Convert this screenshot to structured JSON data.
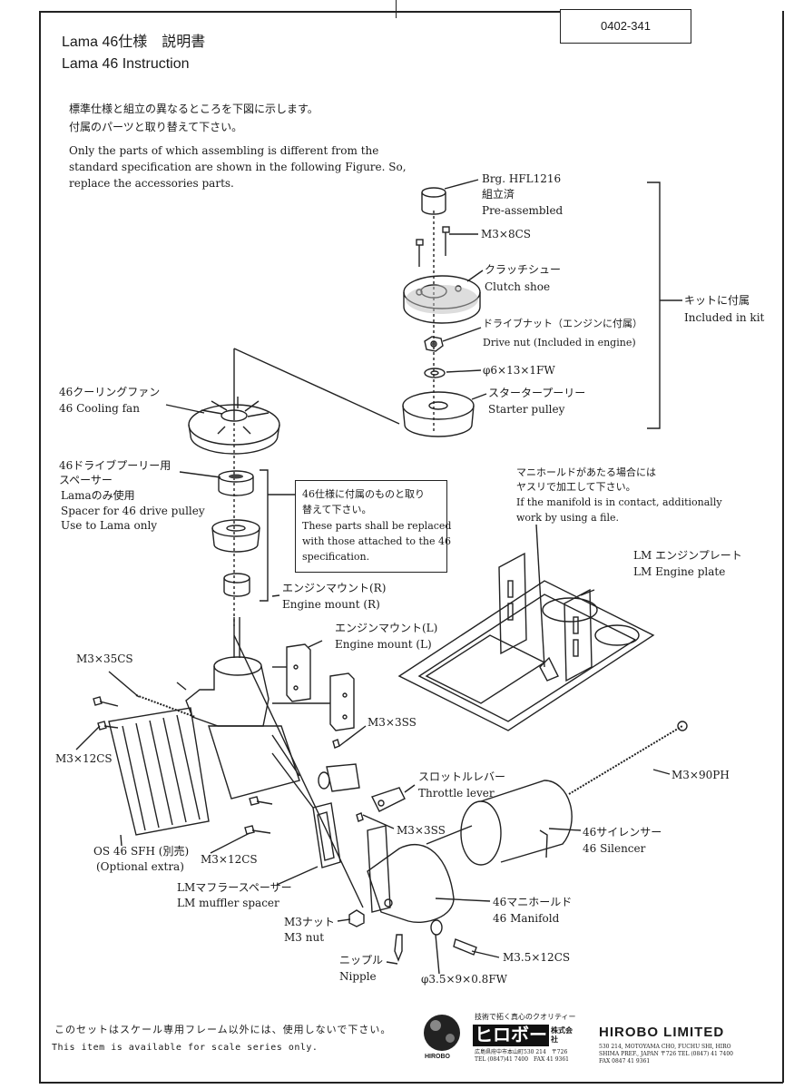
{
  "doc_number": "0402-341",
  "title_jp": "Lama 46仕様　説明書",
  "title_en": "Lama 46 Instruction",
  "intro_jp_1": "標準仕様と組立の異なるところを下図に示します。",
  "intro_jp_2": "付属のパーツと取り替えて下さい。",
  "intro_en_1": "Only the parts of which assembling is  different from the",
  "intro_en_2": "standard specification are shown in the following Figure. So,",
  "intro_en_3": "replace the accessories parts.",
  "labels": {
    "bearing_1": "Brg. HFL1216",
    "bearing_2": "組立済",
    "bearing_3": "Pre-assembled",
    "m3x8cs": "M3×8CS",
    "clutch_jp": "クラッチシュー",
    "clutch_en": "Clutch shoe",
    "kit_jp": "キットに付属",
    "kit_en": "Included in kit",
    "drivenut_jp": "ドライブナット（エンジンに付属）",
    "drivenut_en": "Drive nut (Included in engine)",
    "washer": "φ6×13×1FW",
    "starter_jp": "スタータープーリー",
    "starter_en": "Starter pulley",
    "fan_jp": "46クーリングファン",
    "fan_en": "46 Cooling fan",
    "spacer_jp_1": "46ドライブプーリー用",
    "spacer_jp_2": "スペーサー",
    "spacer_jp_3": "Lamaのみ使用",
    "spacer_en_1": "Spacer for 46 drive pulley",
    "spacer_en_2": "Use to Lama only",
    "note_jp_1": "46仕様に付属のものと取り",
    "note_jp_2": "替えて下さい。",
    "note_en_1": "These parts shall be replaced",
    "note_en_2": "with those attached to the 46",
    "note_en_3": "specification.",
    "manifold_note_jp_1": "マニホールドがあたる場合には",
    "manifold_note_jp_2": "ヤスリで加工して下さい。",
    "manifold_note_en_1": "If the manifold is in contact, additionally",
    "manifold_note_en_2": "work by using a file.",
    "plate_jp": "LM エンジンプレート",
    "plate_en": "LM Engine plate",
    "mount_r_jp": "エンジンマウント(R)",
    "mount_r_en": "Engine mount (R)",
    "mount_l_jp": "エンジンマウント(L)",
    "mount_l_en": "Engine mount (L)",
    "m3x35cs": "M3×35CS",
    "m3x3ss_1": "M3×3SS",
    "m3x12cs_1": "M3×12CS",
    "throttle_jp": "スロットルレバー",
    "throttle_en": "Throttle lever",
    "m3x90ph": "M3×90PH",
    "m3x3ss_2": "M3×3SS",
    "silencer_jp": "46サイレンサー",
    "silencer_en": "46 Silencer",
    "os46_1": "OS 46 SFH (別売)",
    "os46_2": "(Optional extra)",
    "m3x12cs_2": "M3×12CS",
    "muffler_jp": "LMマフラースペーサー",
    "muffler_en": "LM muffler spacer",
    "manifold_jp": "46マニホールド",
    "manifold_en": "46 Manifold",
    "m3nut_jp": "M3ナット",
    "m3nut_en": "M3 nut",
    "m35x12cs": "M3.5×12CS",
    "nipple_jp": "ニップル",
    "nipple_en": "Nipple",
    "washer2": "φ3.5×9×0.8FW"
  },
  "footer": {
    "jp": "このセットはスケール専用フレーム以外には、使用しないで下さい。",
    "en": "This item is available for scale series only.",
    "tagline": "技術で拓く真心のクオリティー",
    "brand_jp": "ヒロボー",
    "brand_suffix": "株式会社",
    "brand_en": "HIROBO LIMITED",
    "logo_caption": "HIROBO",
    "addr_jp_1": "広島県府中市本山町530 214　〒726",
    "addr_jp_2": "TEL (0847)41 7400　FAX 41 9361",
    "addr_en_1": "530 214, MOTOYAMA CHO, FUCHU SHI, HIRO",
    "addr_en_2": "SHIMA PREF., JAPAN  〒726 TEL (0847) 41 7400",
    "addr_en_3": "FAX 0847 41 9361"
  }
}
